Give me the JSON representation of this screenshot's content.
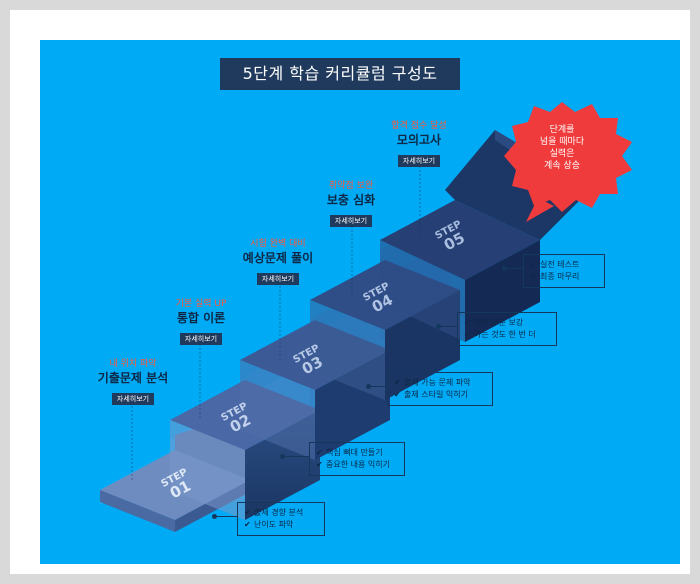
{
  "title": "5단계 학습 커리큘럼 구성도",
  "callout": {
    "line1": "단계를",
    "line2": "넘을 때마다",
    "line3": "실력은",
    "line4": "계속 상승",
    "color": "#ef3b3b"
  },
  "steps": [
    {
      "step": "STEP",
      "num": "01",
      "sub": "",
      "heading": "",
      "button": "",
      "items": [
        "출제 경향 분석",
        "난이도 파악"
      ]
    },
    {
      "step": "STEP",
      "num": "02",
      "sub": "내 위치 파악",
      "heading": "기출문제 분석",
      "button": "자세히보기",
      "items": [
        "핵심 뼈대 만들기",
        "중요한 내용 익히기"
      ]
    },
    {
      "step": "STEP",
      "num": "03",
      "sub": "기본 실력 UP",
      "heading": "통합 이론",
      "button": "자세히보기",
      "items": [
        "출제 가능 문제 파악",
        "출제 스타일 익히기"
      ]
    },
    {
      "step": "STEP",
      "num": "04",
      "sub": "시험 완벽 대비",
      "heading": "예상문제 풀이",
      "button": "자세히보기",
      "items": [
        "취약 부분 보강",
        "아는 것도 한 번 더"
      ]
    },
    {
      "step": "STEP",
      "num": "05",
      "sub": "취약점 보완",
      "heading": "보충 심화",
      "button": "자세히보기",
      "items": [
        "실전 테스트",
        "최종 마무리"
      ]
    }
  ],
  "top": {
    "sub": "합격 점수 달성",
    "heading": "모의고사",
    "button": "자세히보기"
  },
  "colors": {
    "background": "#00aaf5",
    "navy": "#1f3a5c",
    "accent": "#ff5a3c"
  }
}
